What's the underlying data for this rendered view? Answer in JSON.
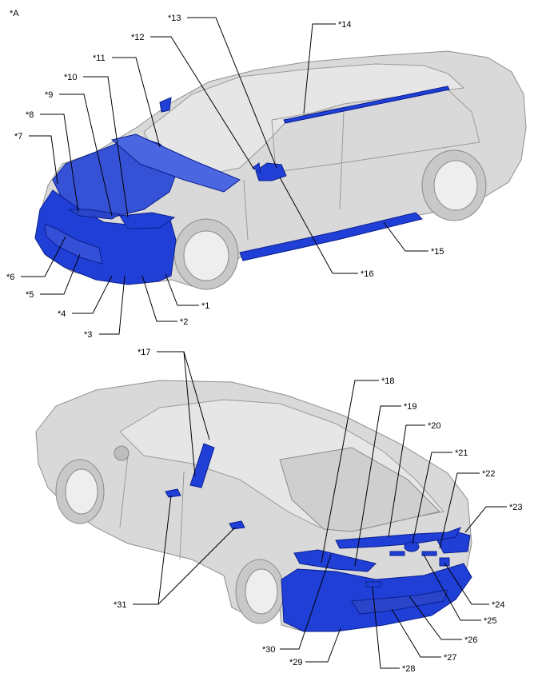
{
  "figure_id": "*A",
  "callouts": [
    {
      "id": "c1",
      "text": "*1"
    },
    {
      "id": "c2",
      "text": "*2"
    },
    {
      "id": "c3",
      "text": "*3"
    },
    {
      "id": "c4",
      "text": "*4"
    },
    {
      "id": "c5",
      "text": "*5"
    },
    {
      "id": "c6",
      "text": "*6"
    },
    {
      "id": "c7",
      "text": "*7"
    },
    {
      "id": "c8",
      "text": "*8"
    },
    {
      "id": "c9",
      "text": "*9"
    },
    {
      "id": "c10",
      "text": "*10"
    },
    {
      "id": "c11",
      "text": "*11"
    },
    {
      "id": "c12",
      "text": "*12"
    },
    {
      "id": "c13",
      "text": "*13"
    },
    {
      "id": "c14",
      "text": "*14"
    },
    {
      "id": "c15",
      "text": "*15"
    },
    {
      "id": "c16",
      "text": "*16"
    },
    {
      "id": "c17",
      "text": "*17"
    },
    {
      "id": "c18",
      "text": "*18"
    },
    {
      "id": "c19",
      "text": "*19"
    },
    {
      "id": "c20",
      "text": "*20"
    },
    {
      "id": "c21",
      "text": "*21"
    },
    {
      "id": "c22",
      "text": "*22"
    },
    {
      "id": "c23",
      "text": "*23"
    },
    {
      "id": "c24",
      "text": "*24"
    },
    {
      "id": "c25",
      "text": "*25"
    },
    {
      "id": "c26",
      "text": "*26"
    },
    {
      "id": "c27",
      "text": "*27"
    },
    {
      "id": "c28",
      "text": "*28"
    },
    {
      "id": "c29",
      "text": "*29"
    },
    {
      "id": "c30",
      "text": "*30"
    },
    {
      "id": "c31",
      "text": "*31"
    }
  ],
  "colors": {
    "highlight": "#1f3fd6",
    "body": "#d9d9d9",
    "outline": "#8f8f8f"
  }
}
